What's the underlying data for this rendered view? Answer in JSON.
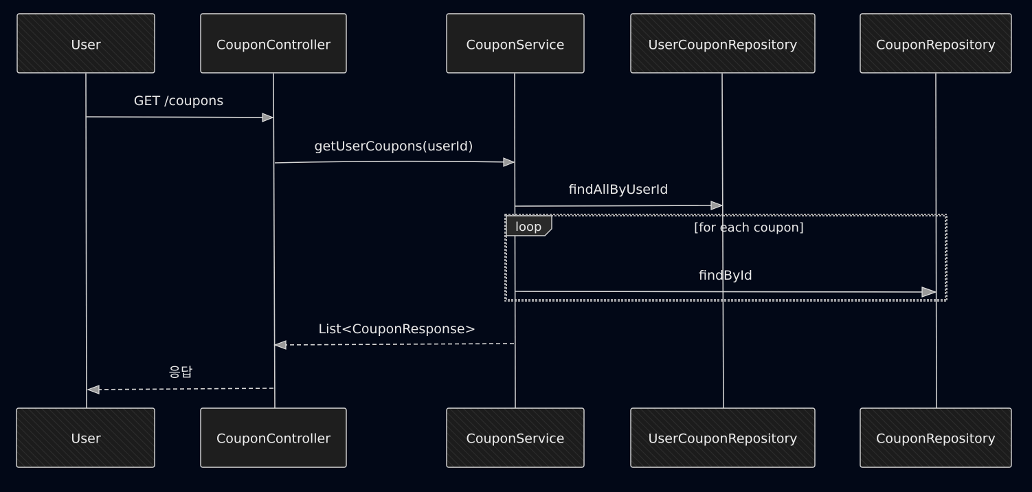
{
  "participants": [
    {
      "name": "User"
    },
    {
      "name": "CouponController"
    },
    {
      "name": "CouponService"
    },
    {
      "name": "UserCouponRepository"
    },
    {
      "name": "CouponRepository"
    }
  ],
  "messages": [
    {
      "from": "User",
      "to": "CouponController",
      "label": "GET /coupons",
      "style": "solid"
    },
    {
      "from": "CouponController",
      "to": "CouponService",
      "label": "getUserCoupons(userId)",
      "style": "solid"
    },
    {
      "from": "CouponService",
      "to": "UserCouponRepository",
      "label": "findAllByUserId",
      "style": "solid"
    },
    {
      "from": "CouponService",
      "to": "CouponRepository",
      "label": "findById",
      "style": "solid"
    },
    {
      "from": "CouponService",
      "to": "CouponController",
      "label": "List<CouponResponse>",
      "style": "dashed"
    },
    {
      "from": "CouponController",
      "to": "User",
      "label": "응답",
      "style": "dashed"
    }
  ],
  "loop": {
    "tag": "loop",
    "condition": "[for each coupon]"
  },
  "colors": {
    "background": "#020817",
    "stroke": "#d6d6d6",
    "text": "#e8e8e8"
  }
}
